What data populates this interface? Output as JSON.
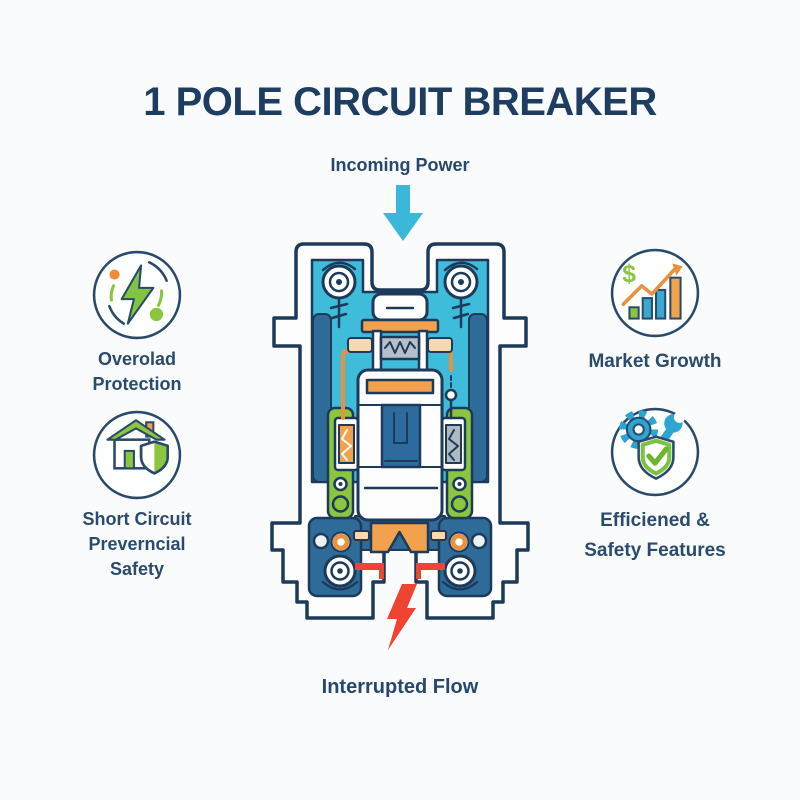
{
  "title": "1 POLE CIRCUIT BREAKER",
  "diagram": {
    "subject": "1 pole circuit breaker cross-section",
    "incoming_label": "Incoming Power",
    "interrupted_label": "Interrupted Flow"
  },
  "features": [
    {
      "icon": "overload-lightning-icon",
      "lines": [
        "Overolad",
        "Protection"
      ]
    },
    {
      "icon": "house-shield-icon",
      "lines": [
        "Short Circuit",
        "Preverncial",
        "Safety"
      ]
    },
    {
      "icon": "market-growth-icon",
      "lines": [
        "Market Growth"
      ]
    },
    {
      "icon": "gear-shield-wrench-icon",
      "lines": [
        "Efficiened &",
        "Safety Features"
      ]
    }
  ],
  "colors": {
    "background": "#fafbfc",
    "navy_outline": "#1d3a5a",
    "title_text": "#1e3d61",
    "label_text": "#2a4a6e",
    "teal_fill": "#3fbcd9",
    "mid_blue": "#2e6b99",
    "toggle_blue": "#2d6b9e",
    "green": "#8cc63f",
    "orange": "#f2a24d",
    "tan": "#f6d9ad",
    "gray_element": "#b6c0c8",
    "red": "#ee4431",
    "arrow_teal": "#3ab7d9"
  }
}
